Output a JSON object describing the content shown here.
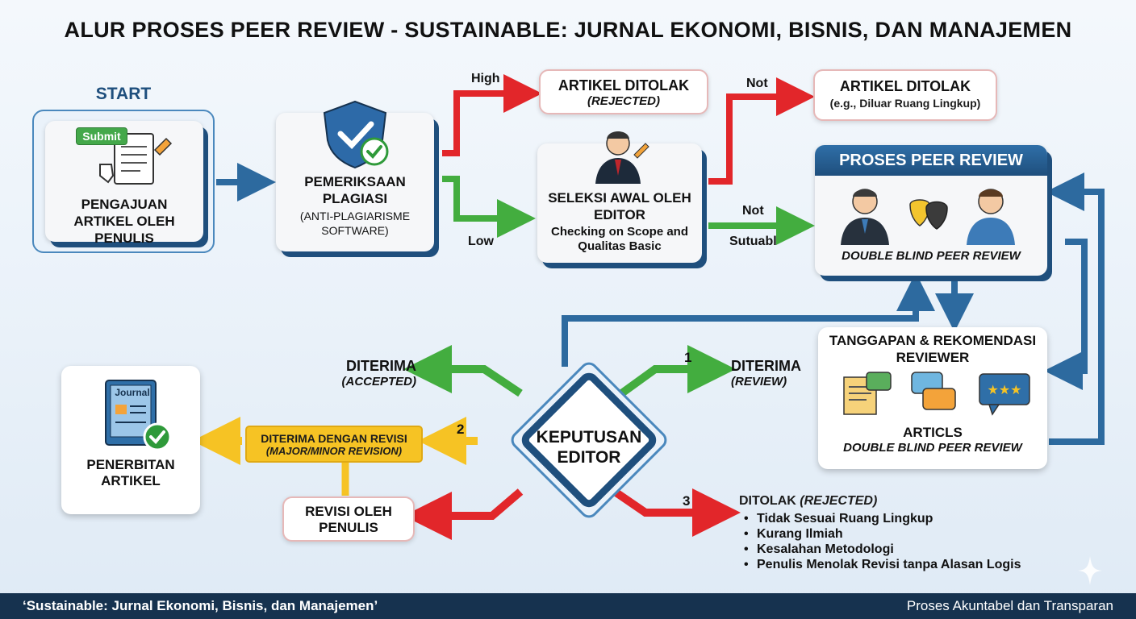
{
  "title": "ALUR PROSES PEER REVIEW - SUSTAINABLE: JURNAL EKONOMI, BISNIS, DAN MANAJEMEN",
  "start": {
    "heading": "START",
    "submit_label": "Submit",
    "text": "PENGAJUAN ARTIKEL OLEH PENULIS"
  },
  "plagiasi": {
    "title": "PEMERIKSAAN PLAGIASI",
    "sub": "(ANTI-PLAGIARISME SOFTWARE)"
  },
  "branch_plagiasi": {
    "high": "High",
    "low": "Low"
  },
  "rejected1": {
    "title": "ARTIKEL DITOLAK",
    "sub": "(REJECTED)"
  },
  "seleksi": {
    "title": "SELEKSI AWAL OLEH EDITOR",
    "sub": "Checking on Scope and Qualitas Basic"
  },
  "branch_seleksi": {
    "not_top": "Not",
    "not_mid": "Not",
    "suitable": "Sutuabl"
  },
  "rejected2": {
    "title": "ARTIKEL DITOLAK",
    "sub": "(e.g., Diluar Ruang Lingkup)"
  },
  "peer_review": {
    "header": "PROSES PEER REVIEW",
    "footer": "DOUBLE BLIND PEER REVIEW"
  },
  "tanggapan": {
    "title": "TANGGAPAN & REKOMENDASI REVIEWER",
    "bottom1": "ARTICLS",
    "bottom2": "DOUBLE BLIND PEER REVIEW"
  },
  "keputusan": {
    "title": "KEPUTUSAN EDITOR"
  },
  "diterima_accepted": {
    "title": "DITERIMA",
    "sub": "(ACCEPTED)"
  },
  "diterima_review": {
    "num": "1",
    "title": "DITERIMA",
    "sub": "(REVIEW)"
  },
  "revisi": {
    "num": "2",
    "title": "DITERIMA DENGAN REVISI",
    "sub": "(MAJOR/MINOR REVISION)"
  },
  "revisi_penulis": {
    "title": "REVISI OLEH PENULIS"
  },
  "ditolak": {
    "num": "3",
    "title": "DITOLAK",
    "sub": "(REJECTED)",
    "reasons": [
      "Tidak Sesuai Ruang Lingkup",
      "Kurang Ilmiah",
      "Kesalahan Metodologi",
      "Penulis Menolak Revisi tanpa Alasan Logis"
    ]
  },
  "penerbitan": {
    "journal_label": "Journal",
    "title": "PENERBITAN ARTIKEL"
  },
  "footer": {
    "left": "‘Sustainable: Jurnal Ekonomi, Bisnis, dan Manajemen’",
    "right": "Proses Akuntabel dan Transparan"
  },
  "colors": {
    "blue_arrow": "#2d6a9f",
    "red_arrow": "#e2262a",
    "green_arrow": "#43ad3f",
    "yellow": "#f6c324",
    "navy": "#16324f"
  }
}
